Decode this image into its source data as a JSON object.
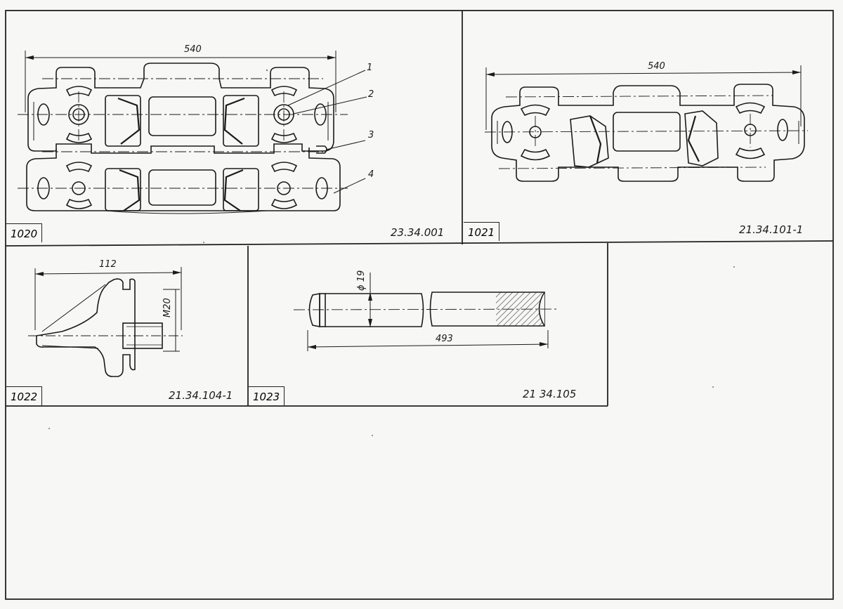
{
  "panels": [
    {
      "id": "1020",
      "code": "23.34.001",
      "dimensions": {
        "overall_length": "540"
      },
      "callouts": [
        "1",
        "2",
        "3",
        "4"
      ]
    },
    {
      "id": "1021",
      "code": "21.34.101-1",
      "dimensions": {
        "overall_length": "540"
      }
    },
    {
      "id": "1022",
      "code": "21.34.104-1",
      "dimensions": {
        "length": "112",
        "thread": "M20"
      }
    },
    {
      "id": "1023",
      "code": "21 34.105",
      "dimensions": {
        "diameter": "ϕ 19",
        "length": "493"
      }
    }
  ],
  "colors": {
    "ink": "#1b1b1b",
    "paper": "#f7f7f5",
    "hatch": "#333333"
  }
}
